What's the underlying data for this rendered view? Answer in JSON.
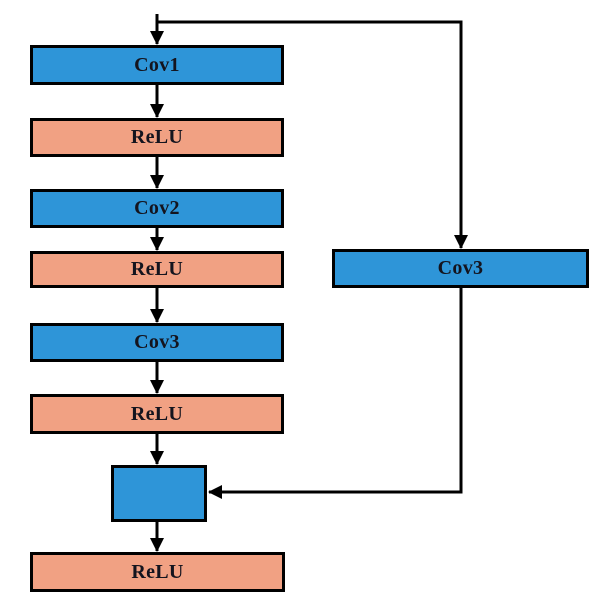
{
  "diagram": {
    "colors": {
      "conv_fill": "#2e95d8",
      "relu_fill": "#f1a183",
      "border": "#000000",
      "line": "#000000",
      "text": "#14141e"
    },
    "nodes": [
      {
        "id": "cov1",
        "label": "Cov1",
        "type": "conv"
      },
      {
        "id": "relu1",
        "label": "ReLU",
        "type": "relu"
      },
      {
        "id": "cov2",
        "label": "Cov2",
        "type": "conv"
      },
      {
        "id": "relu2",
        "label": "ReLU",
        "type": "relu"
      },
      {
        "id": "cov3",
        "label": "Cov3",
        "type": "conv"
      },
      {
        "id": "relu3",
        "label": "ReLU",
        "type": "relu"
      },
      {
        "id": "sum",
        "label": "",
        "type": "conv"
      },
      {
        "id": "relu4",
        "label": "ReLU",
        "type": "relu"
      },
      {
        "id": "cov3_skip",
        "label": "Cov3",
        "type": "conv"
      }
    ],
    "connections": [
      {
        "from": "input",
        "to": "cov1",
        "kind": "arrow"
      },
      {
        "from": "input",
        "to": "cov3_skip",
        "kind": "skip-branch"
      },
      {
        "from": "cov1",
        "to": "relu1",
        "kind": "arrow"
      },
      {
        "from": "relu1",
        "to": "cov2",
        "kind": "arrow"
      },
      {
        "from": "cov2",
        "to": "relu2",
        "kind": "arrow"
      },
      {
        "from": "relu2",
        "to": "cov3",
        "kind": "arrow"
      },
      {
        "from": "cov3",
        "to": "relu3",
        "kind": "arrow"
      },
      {
        "from": "relu3",
        "to": "sum",
        "kind": "arrow"
      },
      {
        "from": "cov3_skip",
        "to": "sum",
        "kind": "skip-return"
      },
      {
        "from": "sum",
        "to": "relu4",
        "kind": "arrow"
      }
    ]
  }
}
